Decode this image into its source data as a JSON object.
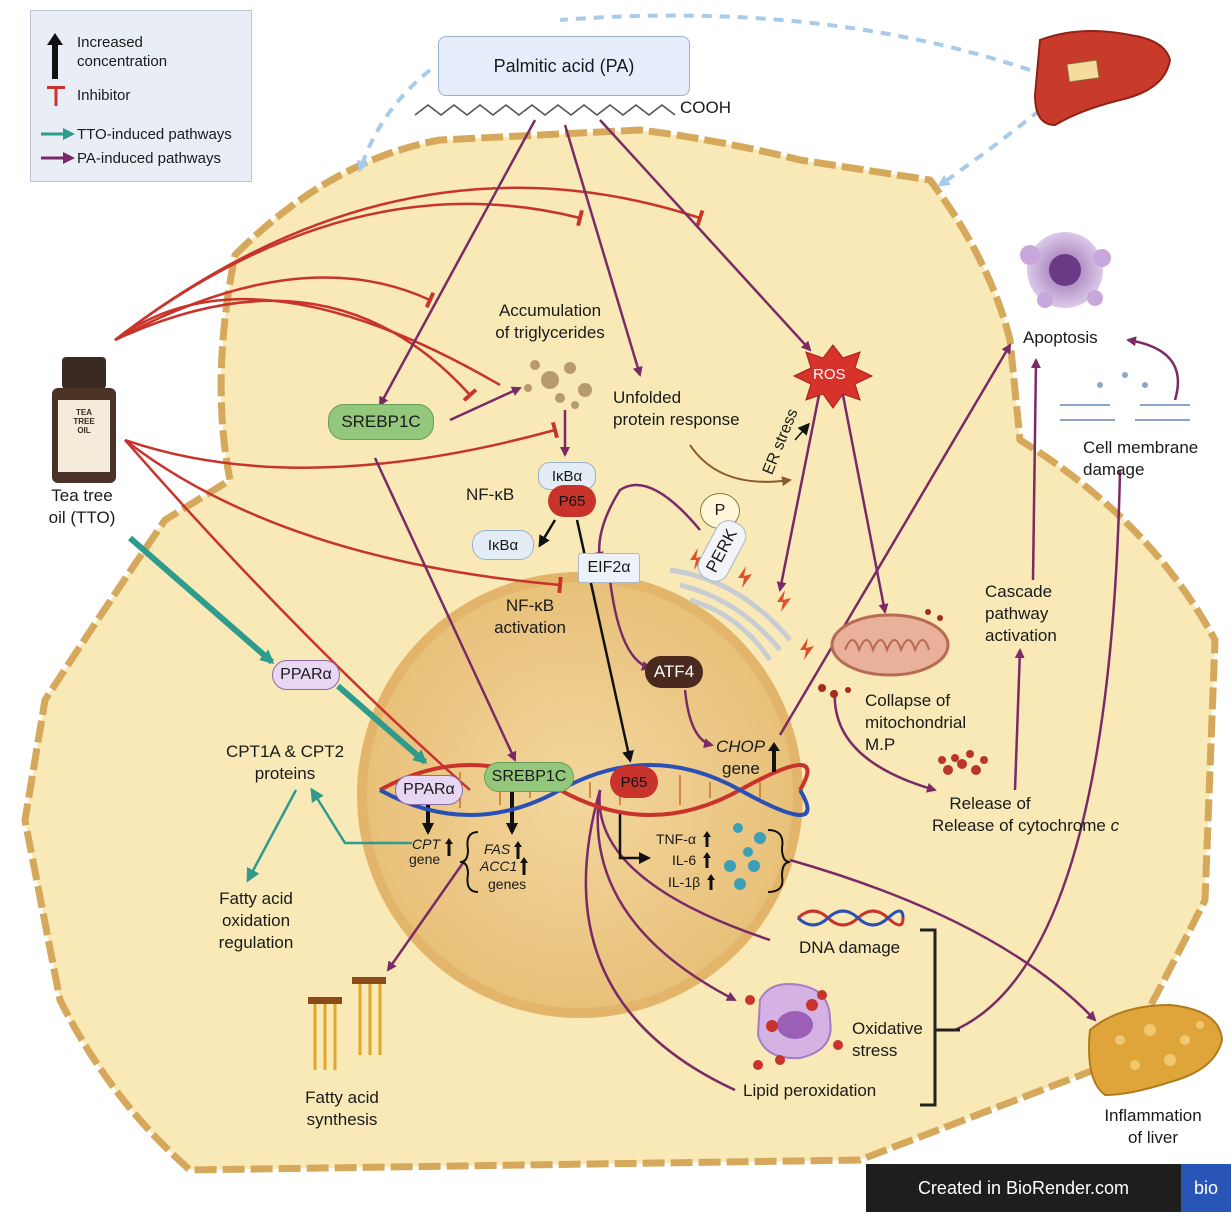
{
  "legend": {
    "increased": "Increased\nconcentration",
    "inhibitor": "Inhibitor",
    "tto_pathways": "TTO-induced pathways",
    "pa_pathways": "PA-induced pathways"
  },
  "colors": {
    "tto": "#2e9b8c",
    "pa": "#7a2a66",
    "inhibitor": "#c8332b",
    "cell": "#f8e9b6",
    "cell_outline": "#d6a85c",
    "nucleus": "#efcf8f"
  },
  "labels": {
    "pa": "Palmitic acid (PA)",
    "cooh": "COOH",
    "tto": "Tea tree\noil (TTO)",
    "bottle_text": "TEA\nTREE\nOIL",
    "triglycerides": "Accumulation\nof triglycerides",
    "upr": "Unfolded\nprotein response",
    "ros": "ROS",
    "er_stress": "ER stress",
    "srebp1c": "SREBP1C",
    "nfkb": "NF-κB",
    "ikba": "IκBα",
    "p65": "P65",
    "ikba_free": "IκBα",
    "eif2a": "EIF2α",
    "p": "P",
    "perk": "PERK",
    "nfkb_activation": "NF-κB\nactivation",
    "atf4": "ATF4",
    "ppara": "PPARα",
    "ppara_nuc": "PPARα",
    "srebp1c_nuc": "SREBP1C",
    "p65_nuc": "P65",
    "chop": "CHOP",
    "gene": "gene",
    "cpt": "CPT",
    "cpt_gene": "gene",
    "fas": "FAS",
    "acc1": "ACC1",
    "genes": "genes",
    "tnf": "TNF-α",
    "il6": "IL-6",
    "il1b": "IL-1β",
    "cpt_proteins": "CPT1A & CPT2\nproteins",
    "fa_oxidation": "Fatty acid\noxidation\nregulation",
    "fa_synthesis": "Fatty acid\nsynthesis",
    "mito_collapse": "Collapse of\nmitochondrial\nM.P",
    "cytochrome": "Release of\ncytochrome ",
    "cytochrome_c": "c",
    "cascade": "Cascade\npathway\nactivation",
    "apoptosis": "Apoptosis",
    "membrane_damage": "Cell membrane\ndamage",
    "dna_damage": "DNA damage",
    "oxidative_stress": "Oxidative\nstress",
    "lipid_perox": "Lipid peroxidation",
    "inflammation": "Inflammation\nof liver"
  },
  "footer": {
    "created": "Created in BioRender.com",
    "tag": "bio"
  }
}
